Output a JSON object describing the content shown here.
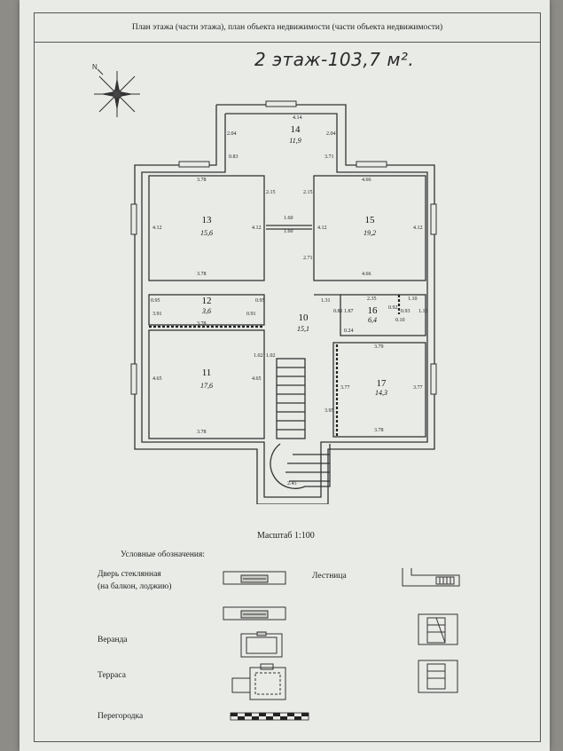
{
  "document": {
    "header": "План этажа (части этажа), план объекта недвижимости (части объекта недвижимости)",
    "handwritten_note": "2 этаж-103,7 м².",
    "scale": "Масштаб 1:100",
    "legend": {
      "title": "Условные обозначения:",
      "items": [
        {
          "label_line1": "Дверь стеклянная",
          "label_line2": "(на балкон, лоджию)"
        },
        {
          "label_line1": "Лестница"
        },
        {
          "label_line1": "Веранда"
        },
        {
          "label_line1": "Терраса"
        },
        {
          "label_line1": "Перегородка"
        }
      ]
    },
    "rooms": [
      {
        "number": "14",
        "area": "11,9",
        "dims": [
          "4.14",
          "2.04",
          "2.04",
          "0.83",
          "3.71"
        ]
      },
      {
        "number": "13",
        "area": "15,6",
        "dims": [
          "3.78",
          "4.12",
          "4.12",
          "3.78",
          "2.15"
        ]
      },
      {
        "number": "15",
        "area": "19,2",
        "dims": [
          "4.66",
          "4.12",
          "4.12",
          "4.66",
          "2.15",
          "2.71"
        ]
      },
      {
        "number": "12",
        "area": "3,6",
        "dims": [
          "3.91",
          "0.95",
          "0.91",
          "3.78",
          "0.95"
        ]
      },
      {
        "number": "10",
        "area": "15,1",
        "dims": [
          "1.60",
          "1.60",
          "1.31",
          "1.02",
          "0.81"
        ]
      },
      {
        "number": "16",
        "area": "6,4",
        "dims": [
          "2.35",
          "1.10",
          "1.87",
          "0.92",
          "0.24",
          "0.93",
          "0.10",
          "1.13"
        ]
      },
      {
        "number": "11",
        "area": "17,6",
        "dims": [
          "4.65",
          "4.65",
          "3.78",
          "1.02"
        ]
      },
      {
        "number": "17",
        "area": "14,3",
        "dims": [
          "3.79",
          "3.77",
          "3.77",
          "3.78",
          "3.95"
        ]
      },
      {
        "number": "",
        "area": "",
        "dims": [
          "2.45"
        ]
      }
    ]
  }
}
